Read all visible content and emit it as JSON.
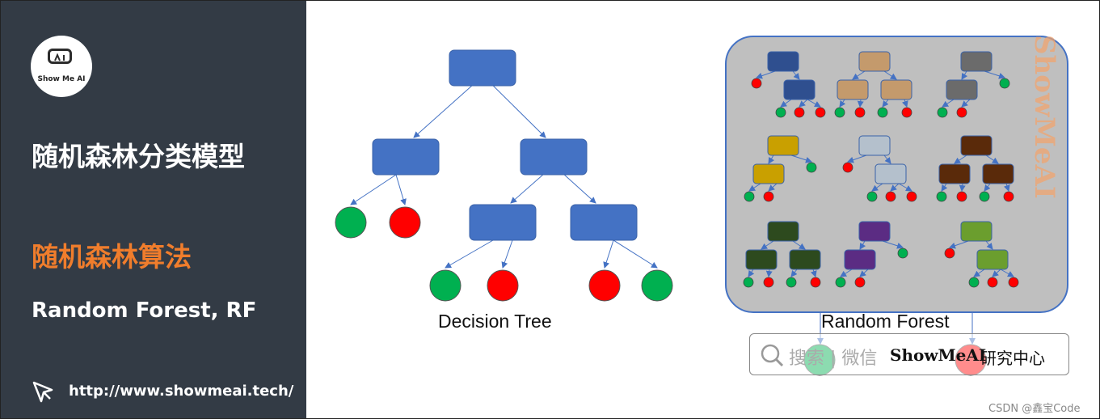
{
  "sidebar": {
    "logo_text": "Show Me AI",
    "title": "随机森林分类模型",
    "subtitle": "随机森林算法",
    "english_title": "Random Forest, RF",
    "url": "http://www.showmeai.tech/"
  },
  "diagram": {
    "decision_tree_label": "Decision Tree",
    "random_forest_label": "Random Forest",
    "node_color": "#4472c4",
    "leaf_positive_color": "#00b050",
    "leaf_negative_color": "#ff0000",
    "forest_panel_color": "#bfbfbf",
    "forest_tree_colors": [
      "#2f4f8f",
      "#c49a6c",
      "#6b6b6b",
      "#c9a000",
      "#b4c0cc",
      "#5a2a0a",
      "#2d4a1e",
      "#5b2c83",
      "#6b9e2e"
    ]
  },
  "watermark": {
    "text": "ShowMeAI",
    "search_placeholder": "搜索 | 微信",
    "search_brand": "ShowMeAI",
    "search_suffix": "研究中心"
  },
  "footer": {
    "credit": "CSDN @鑫宝Code"
  }
}
